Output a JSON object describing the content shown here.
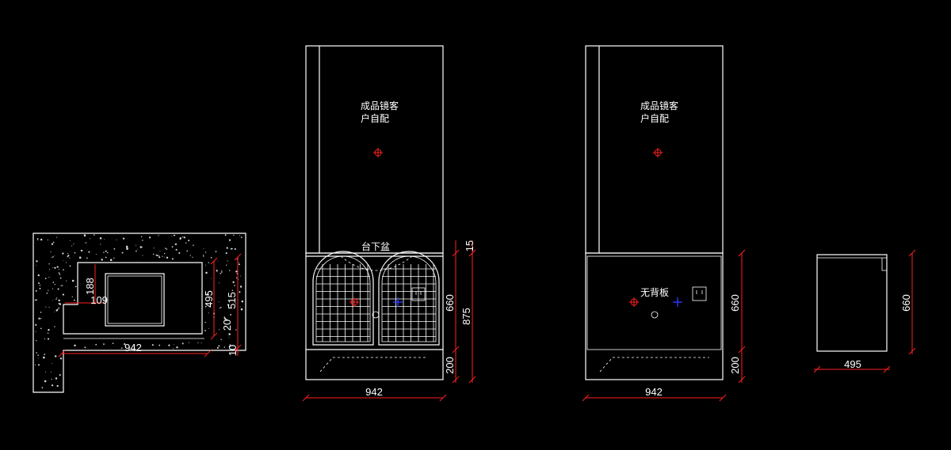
{
  "colors": {
    "background": "#000000",
    "line": "#ffffff",
    "dimension": "#ff2020",
    "marker_blue": "#2a3cff"
  },
  "plan_view": {
    "dims": {
      "d188": "188",
      "d109": "109",
      "d495": "495",
      "d515": "515",
      "d20": "20",
      "d10": "10",
      "d942": "942"
    }
  },
  "front_view": {
    "note_line1": "成品镜客",
    "note_line2": "户自配",
    "sink_label": "台下盆",
    "dims": {
      "d15": "15",
      "d660": "660",
      "d875": "875",
      "d200": "200",
      "d942": "942"
    }
  },
  "back_view": {
    "note_line1": "成品镜客",
    "note_line2": "户自配",
    "no_back_label": "无背板",
    "dims": {
      "d660": "660",
      "d200": "200",
      "d942": "942"
    }
  },
  "side_view": {
    "dims": {
      "d660": "660",
      "d495": "495"
    }
  }
}
